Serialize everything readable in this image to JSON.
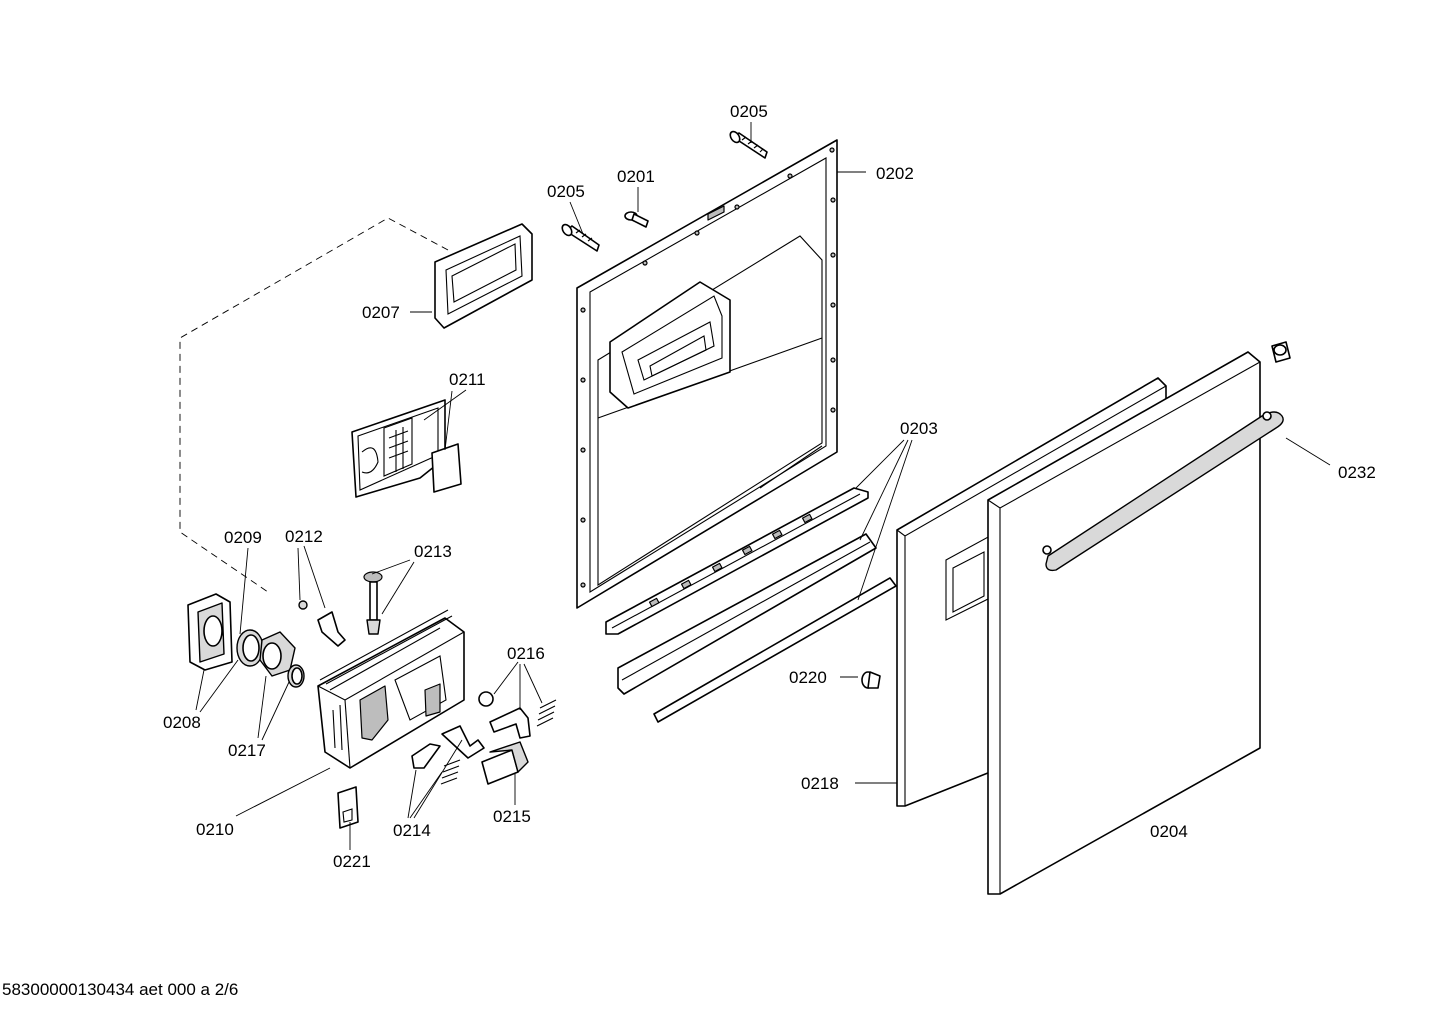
{
  "diagram": {
    "part_numbers": {
      "p0201": "0201",
      "p0202": "0202",
      "p0203": "0203",
      "p0204": "0204",
      "p0205a": "0205",
      "p0205b": "0205",
      "p0207": "0207",
      "p0208": "0208",
      "p0209": "0209",
      "p0210": "0210",
      "p0211": "0211",
      "p0212": "0212",
      "p0213": "0213",
      "p0214": "0214",
      "p0215": "0215",
      "p0216": "0216",
      "p0217": "0217",
      "p0218": "0218",
      "p0220": "0220",
      "p0221": "0221",
      "p0232": "0232"
    },
    "footer": "58300000130434 aet 000 a 2/6"
  }
}
